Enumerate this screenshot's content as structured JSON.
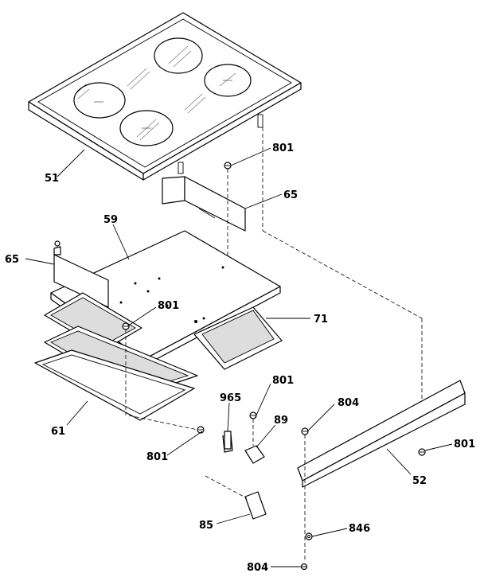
{
  "callouts": {
    "c51": "51",
    "c801_top": "801",
    "c65_right": "65",
    "c59": "59",
    "c65_left": "65",
    "c801_mid": "801",
    "c71": "71",
    "c801_right": "801",
    "c965": "965",
    "c804_top": "804",
    "c89": "89",
    "c61": "61",
    "c801_left": "801",
    "c801_far": "801",
    "c52": "52",
    "c85": "85",
    "c846": "846",
    "c804_bottom": "804"
  }
}
